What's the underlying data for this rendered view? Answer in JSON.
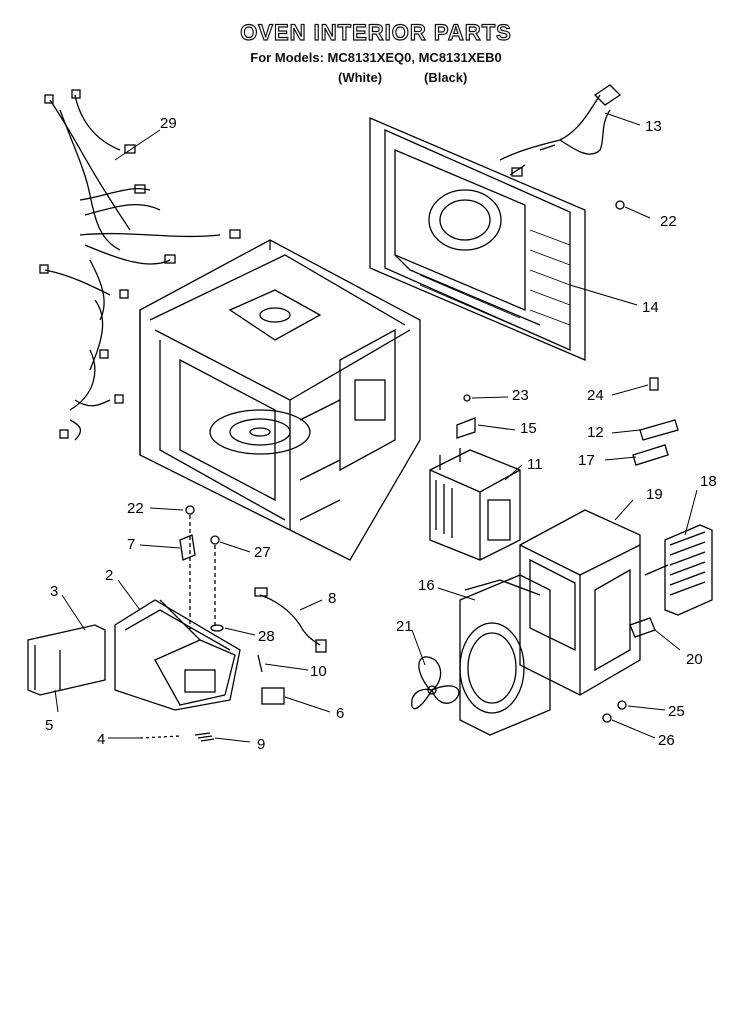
{
  "header": {
    "title": "OVEN INTERIOR PARTS",
    "models_line": "For Models: MC8131XEQ0, MC8131XEB0",
    "variant_white": "(White)",
    "variant_black": "(Black)"
  },
  "callouts": {
    "p29": "29",
    "p13": "13",
    "p22a": "22",
    "p14": "14",
    "p23": "23",
    "p15": "15",
    "p11": "11",
    "p24": "24",
    "p12": "12",
    "p17": "17",
    "p18": "18",
    "p19": "19",
    "p22b": "22",
    "p7": "7",
    "p27": "27",
    "p2": "2",
    "p3": "3",
    "p8": "8",
    "p28": "28",
    "p16": "16",
    "p21": "21",
    "p20": "20",
    "p10": "10",
    "p6": "6",
    "p5": "5",
    "p4": "4",
    "p9": "9",
    "p25": "25",
    "p26": "26"
  }
}
